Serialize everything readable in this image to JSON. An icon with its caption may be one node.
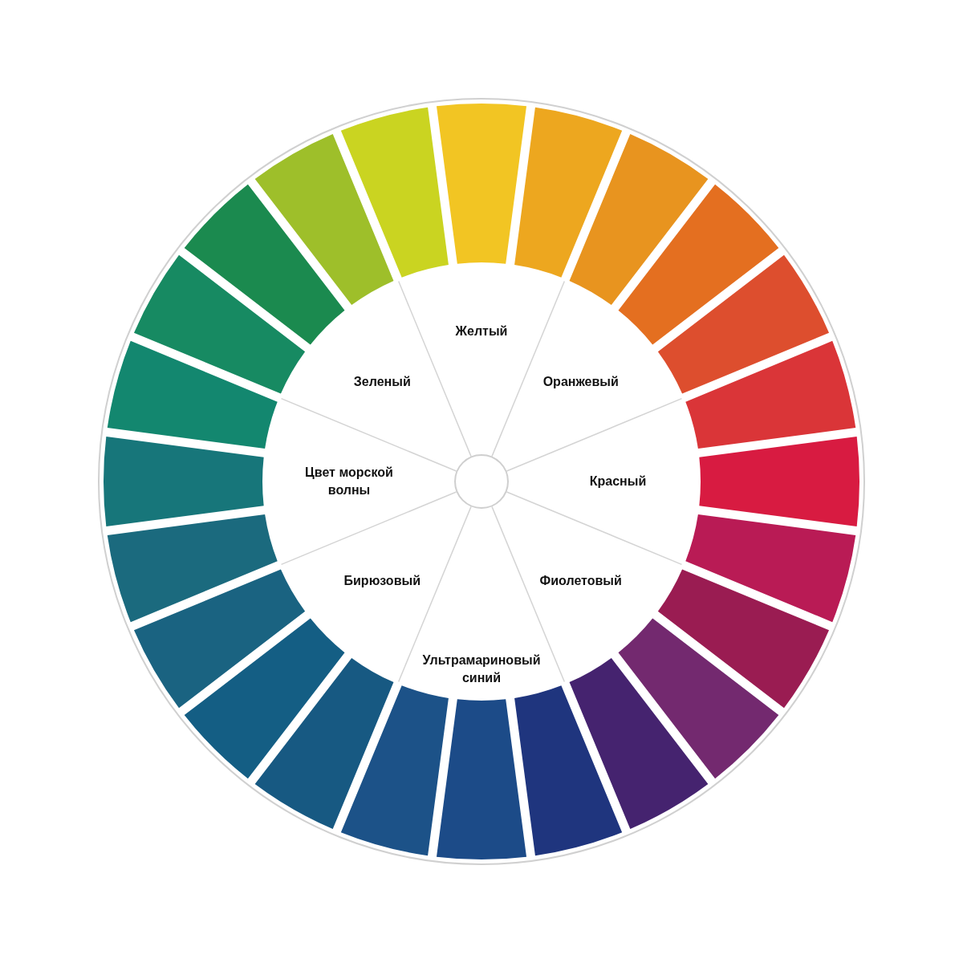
{
  "diagram": {
    "nodes": [
      {
        "text": [
          "Желтый"
        ]
      },
      {
        "text": [
          "Зеленый"
        ]
      },
      {
        "text": [
          "Оранжевый"
        ]
      },
      {
        "text": [
          "Цвет морской волны"
        ]
      },
      {
        "text": [
          "Красный"
        ]
      },
      {
        "text": [
          "Бирюзовый"
        ]
      },
      {
        "text": [
          "Фиолетовый"
        ]
      },
      {
        "text": [
          "Ультрамариновый синий"
        ]
      }
    ]
  }
}
